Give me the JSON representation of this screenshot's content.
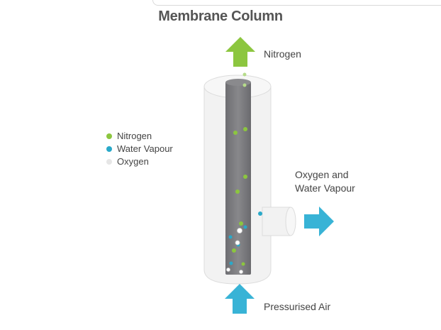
{
  "title": "Membrane Column",
  "labels": {
    "top_outlet": "Nitrogen",
    "side_outlet_line1": "Oxygen and",
    "side_outlet_line2": "Water Vapour",
    "inlet": "Pressurised Air"
  },
  "legend": [
    {
      "label": "Nitrogen",
      "color": "#8cc63f"
    },
    {
      "label": "Water Vapour",
      "color": "#29a9c9"
    },
    {
      "label": "Oxygen",
      "color": "#e6e6e6"
    }
  ],
  "colors": {
    "green_arrow": "#8cc63f",
    "blue_arrow": "#38b3d6",
    "column_body": "#eeeeee",
    "membrane_core": "#7b7b7e"
  }
}
